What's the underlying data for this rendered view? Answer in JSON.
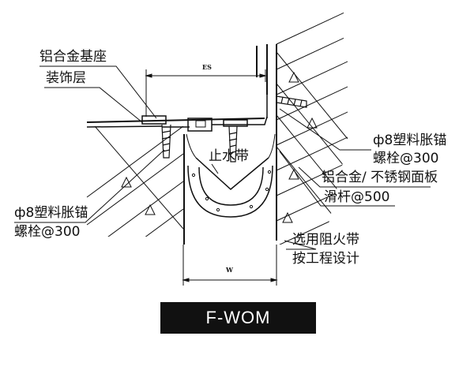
{
  "labels": {
    "alu_base": "铝合金基座",
    "decor_layer": "装饰层",
    "bolt_right_1": "ф8塑料胀锚",
    "bolt_right_2": "螺栓@300",
    "waterstop": "止水带",
    "panel": "铝合金/ 不锈钢面板",
    "slide_bar": "滑杆@500",
    "bolt_left_1": "ф8塑料胀锚",
    "bolt_left_2": "螺栓@300",
    "fire_band_1": "选用阻火带",
    "fire_band_2": "按工程设计"
  },
  "dimensions": {
    "top": "ES",
    "bottom": "W"
  },
  "title": "F-WOM",
  "colors": {
    "ink": "#111111",
    "title_bg": "#111111",
    "title_fg": "#ffffff"
  }
}
